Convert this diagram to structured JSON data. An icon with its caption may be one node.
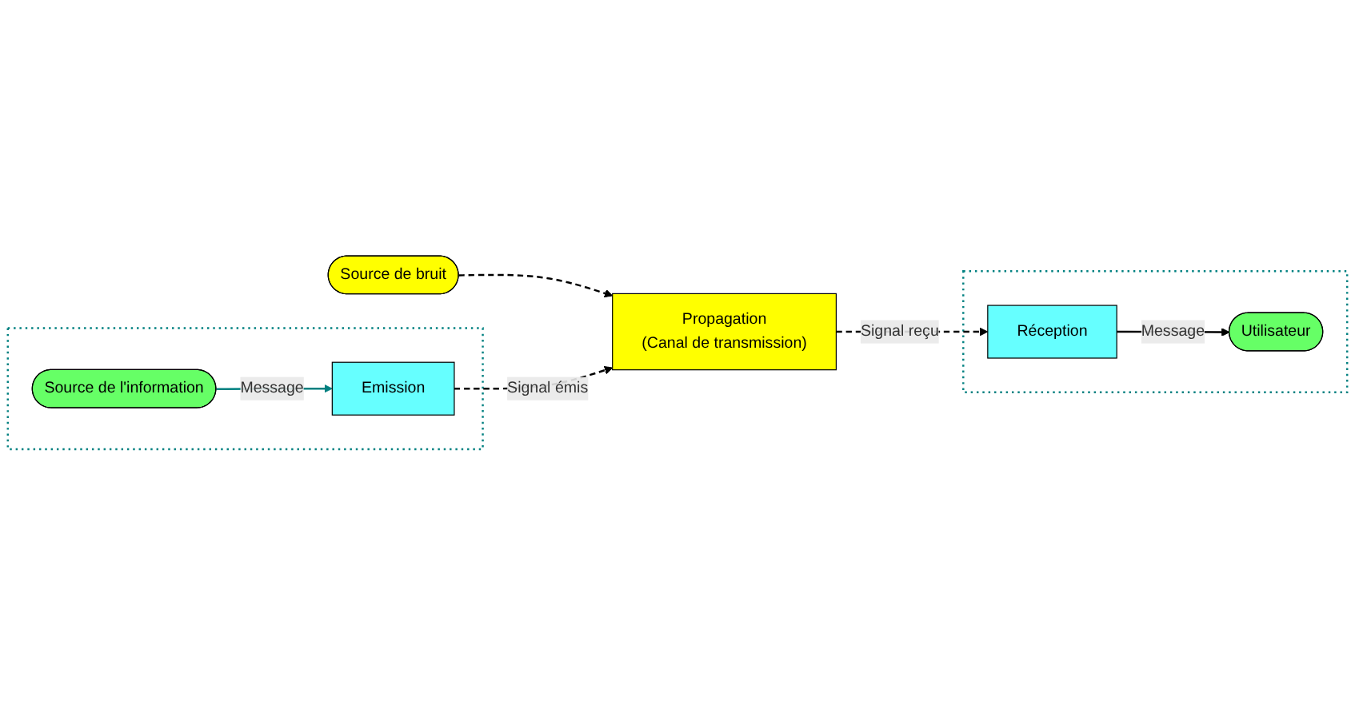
{
  "diagram": {
    "nodes": [
      {
        "text": [
          "Source de bruit"
        ]
      },
      {
        "text": [],
        "shape": "box"
      },
      {
        "text": [
          "Emission"
        ],
        "in": 1
      },
      {
        "text": [
          "Propagation",
          "(Canal de transmission)"
        ]
      },
      {
        "text": [],
        "shape": "box"
      },
      {
        "text": [
          "Réception"
        ],
        "in": 4
      },
      {
        "text": [
          "Source de l'information"
        ],
        "in": 1
      },
      {
        "text": [
          "Utilisateur"
        ],
        "in": 4
      }
    ],
    "edges": [
      {
        "from": 0,
        "to": 3,
        "arrow": "to",
        "style": "dashed"
      },
      {
        "from": 2,
        "to": 3,
        "arrow": "to",
        "style": "dashed",
        "label": "Signal émis"
      },
      {
        "from": 3,
        "to": 5,
        "arrow": "to",
        "style": "dashed",
        "label": "Signal reçu"
      },
      {
        "from": 6,
        "to": 2,
        "arrow": "to",
        "label": "Message",
        "color": "#008080"
      },
      {
        "from": 5,
        "to": 7,
        "arrow": "to",
        "label": "Message"
      }
    ]
  }
}
